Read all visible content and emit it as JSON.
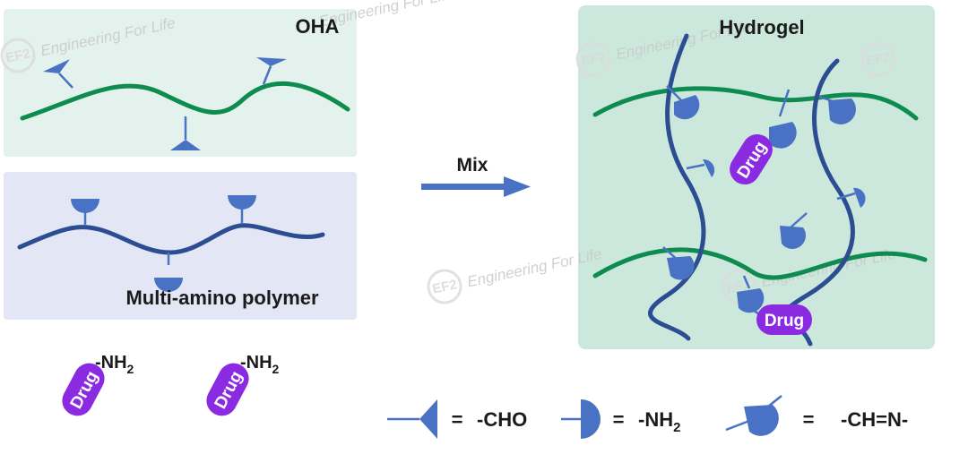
{
  "oha_panel": {
    "title": "OHA",
    "fill": "#e3f2ec",
    "chain_color": "#0e8c4f"
  },
  "polymer_panel": {
    "title": "Multi-amino polymer",
    "fill": "#e3e6f4",
    "chain_color": "#2c4d92"
  },
  "hydrogel_panel": {
    "title": "Hydrogel",
    "fill": "#cce8dc",
    "drug_labels": [
      "Drug",
      "Drug"
    ]
  },
  "free_drugs": [
    {
      "label": "Drug",
      "group": "-NH",
      "subscript": "2"
    },
    {
      "label": "Drug",
      "group": "-NH",
      "subscript": "2"
    }
  ],
  "mix_step": {
    "label": "Mix"
  },
  "legend": {
    "items": [
      {
        "eq": "=",
        "label": "-CHO",
        "sub": ""
      },
      {
        "eq": "=",
        "label": "-NH",
        "sub": "2"
      },
      {
        "eq": "=",
        "label": "-CH=N-",
        "sub": ""
      }
    ]
  },
  "watermark": {
    "logo": "EF2",
    "text": "Engineering For Life"
  },
  "colors": {
    "group_blue": "#4a72c4",
    "arrow_blue": "#4a72c4",
    "drug_purple": "#8a2be2"
  }
}
